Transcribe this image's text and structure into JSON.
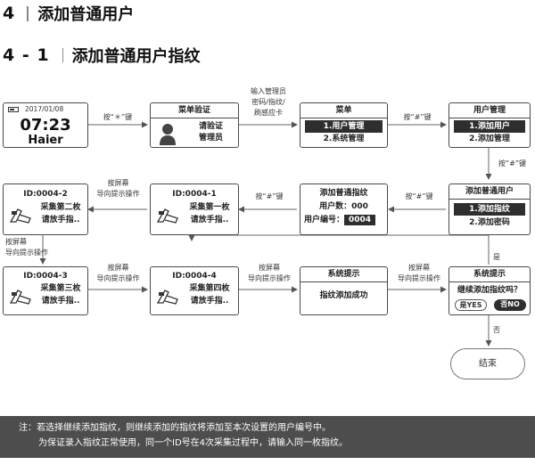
{
  "heading": {
    "number": "4",
    "title": "添加普通用户"
  },
  "subheading": {
    "number": "4 - 1",
    "title": "添加普通用户指纹"
  },
  "clock": {
    "date": "2017/01/08",
    "time": "07:23",
    "brand": "Haier"
  },
  "verify": {
    "title": "菜单验证",
    "lines": [
      "请验证",
      "管理员"
    ]
  },
  "menu": {
    "title": "菜单",
    "items": [
      "1.用户管理",
      "2.系统管理"
    ]
  },
  "user_mgmt": {
    "title": "用户管理",
    "items": [
      "1.添加用户",
      "2.添加管理"
    ]
  },
  "add_user": {
    "title": "添加普通用户",
    "items": [
      "1.添加指纹",
      "2.添加密码"
    ]
  },
  "add_fp": {
    "title": "添加普通指纹",
    "count_label": "用户数：000",
    "id_label": "用户编号：",
    "id_value": "0004"
  },
  "scan1": {
    "id": "ID:0004-1",
    "lines": [
      "采集第一枚",
      "请放手指.."
    ]
  },
  "scan2": {
    "id": "ID:0004-2",
    "lines": [
      "采集第二枚",
      "请放手指.."
    ]
  },
  "scan3": {
    "id": "ID:0004-3",
    "lines": [
      "采集第三枚",
      "请放手指.."
    ]
  },
  "scan4": {
    "id": "ID:0004-4",
    "lines": [
      "采集第四枚",
      "请放手指.."
    ]
  },
  "success": {
    "title": "系统提示",
    "text": "指纹添加成功"
  },
  "continue_prompt": {
    "title": "系统提示",
    "question": "继续添加指纹吗？",
    "yes": "是YES",
    "no": "否NO"
  },
  "end": {
    "label": "结束"
  },
  "edge_labels": {
    "press_star": "按“＊”键",
    "input_admin": [
      "输入管理员",
      "密码/指纹/",
      "刷感应卡"
    ],
    "press_hash": "按“#”键",
    "screen_guide": [
      "按屏幕",
      "导向提示操作"
    ],
    "yes": "是",
    "no": "否"
  },
  "note": {
    "line1": "注：若选择继续添加指纹，则继续添加的指纹将添加至本次设置的用户编号中。",
    "line2": "为保证录入指纹正常使用，同一个ID号在4次采集过程中，请输入同一枚指纹。"
  }
}
